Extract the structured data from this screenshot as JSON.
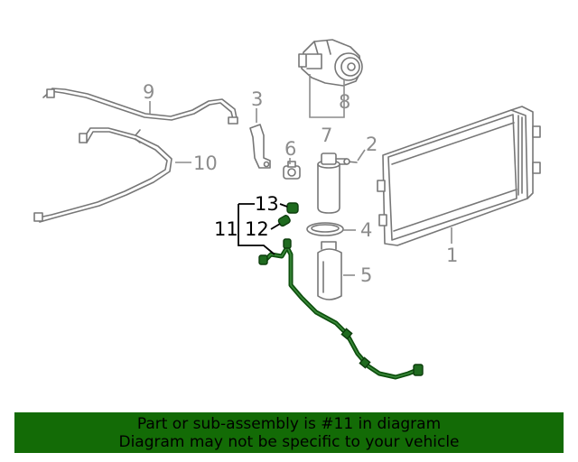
{
  "callouts": {
    "c1": "1",
    "c2": "2",
    "c3": "3",
    "c4": "4",
    "c5": "5",
    "c6": "6",
    "c7": "7",
    "c8": "8",
    "c9": "9",
    "c10": "10",
    "c11": "11",
    "c12": "12",
    "c13": "13"
  },
  "highlight_color": "#136b06",
  "banner": {
    "line1": "Part or sub-assembly is #11 in diagram",
    "line2": "Diagram may not be specific to your vehicle"
  }
}
